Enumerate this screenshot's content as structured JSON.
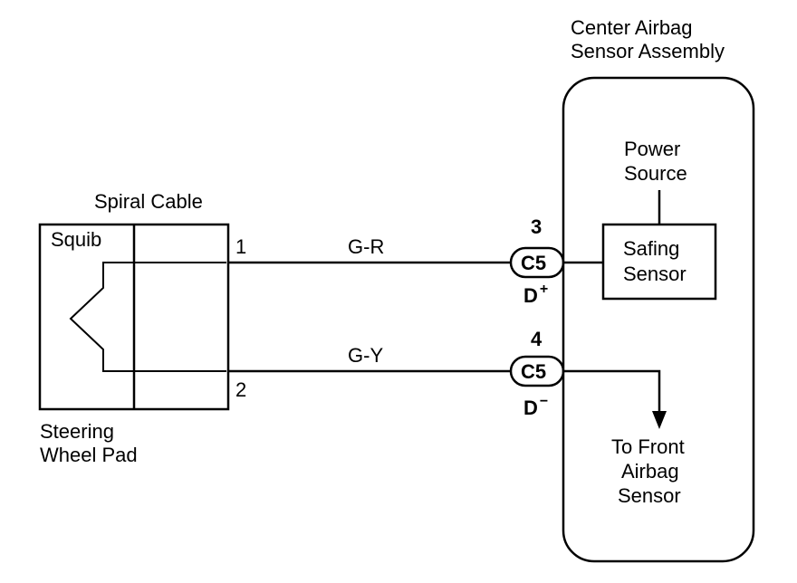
{
  "assembly": {
    "title_line1": "Center Airbag",
    "title_line2": "Sensor Assembly"
  },
  "power_source": {
    "line1": "Power",
    "line2": "Source"
  },
  "safing_sensor": {
    "line1": "Safing",
    "line2": "Sensor"
  },
  "front_sensor": {
    "line1": "To Front",
    "line2": "Airbag",
    "line3": "Sensor"
  },
  "spiral_cable": {
    "label": "Spiral Cable"
  },
  "squib": {
    "label": "Squib"
  },
  "steering": {
    "line1": "Steering",
    "line2": "Wheel Pad"
  },
  "wires": [
    {
      "pin_left": "1",
      "color_code": "G-R",
      "pin_right": "3",
      "connector": "C5",
      "terminal": "D",
      "sign": "+"
    },
    {
      "pin_left": "2",
      "color_code": "G-Y",
      "pin_right": "4",
      "connector": "C5",
      "terminal": "D",
      "sign": "−"
    }
  ]
}
